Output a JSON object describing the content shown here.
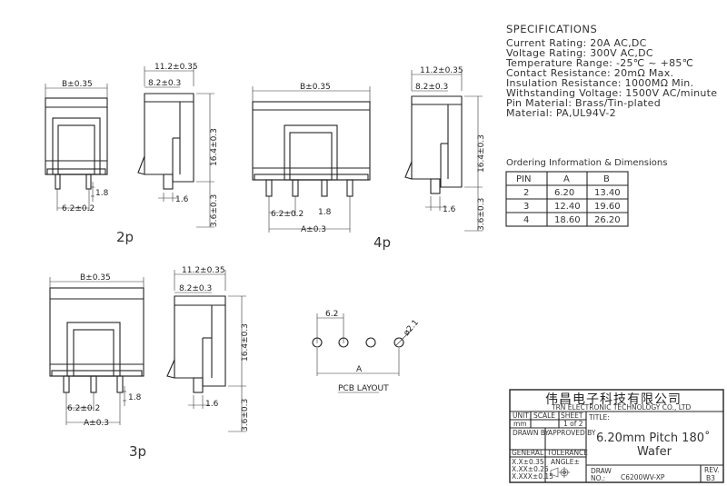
{
  "specifications": {
    "heading": "SPECIFICATIONS",
    "lines": [
      "Current Rating: 20A AC,DC",
      "Voltage Rating: 300V AC,DC",
      "Temperature Range: -25℃ ~ +85℃",
      "Contact Resistance: 20mΩ Max.",
      "Insulation Resistance: 1000MΩ Min.",
      "Withstanding Voltage: 1500V AC/minute",
      "Pin Material: Brass/Tin-plated",
      "Material: PA,UL94V-2"
    ]
  },
  "ordering": {
    "heading": "Ordering Information & Dimensions",
    "columns": [
      "PIN",
      "A",
      "B"
    ],
    "rows": [
      [
        "2",
        "6.20",
        "13.40"
      ],
      [
        "3",
        "12.40",
        "19.60"
      ],
      [
        "4",
        "18.60",
        "26.20"
      ]
    ]
  },
  "dims": {
    "b": "B±0.35",
    "a": "A±0.3",
    "w112": "11.2±0.35",
    "w82": "8.2±0.3",
    "h164": "16.4±0.3",
    "pitch": "6.2±0.2",
    "p18": "1.8",
    "p16": "1.6",
    "h36": "3.6±0.3"
  },
  "views": {
    "two": "2p",
    "three": "3p",
    "four": "4p"
  },
  "pcb": {
    "label": "PCB LAYOUT",
    "pitch": "6.2",
    "hole": "ø2.1",
    "a": "A"
  },
  "title_block": {
    "company_cn": "伟昌电子科技有限公司",
    "company_en": "TRN ELECTRONIC TECHNOLOGY CO., LTD",
    "unit_label": "UNIT",
    "unit_value": "mm",
    "scale_label": "SCALE",
    "sheet_label": "SHEET",
    "sheet_value": "1 of 2",
    "title_label": "TITLE:",
    "title_line1": "6.20mm Pitch 180˚",
    "title_line2": "Wafer",
    "drawn_by": "DRAWN BY",
    "approved_by": "APPROVED BY",
    "general": "GENERAL",
    "tolerance": "TOLERANCE",
    "tol1": "X.X±0.35",
    "tol2": "X.XX±0.25",
    "tol3": "X.XXX±0.15",
    "angle": "ANGLE±",
    "draw_label": "DRAW",
    "no_label": "NO.:",
    "part_no": "C6200WV-XP",
    "rev_label": "REV.",
    "rev_value": "B3"
  }
}
